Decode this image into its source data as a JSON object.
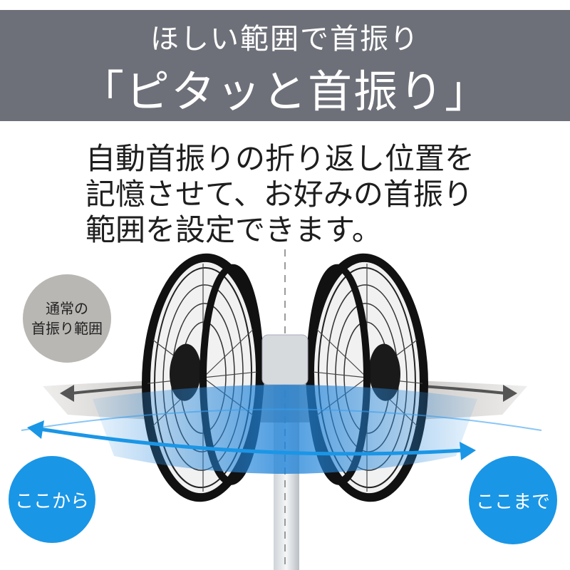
{
  "banner": {
    "line1": "ほしい範囲で首振り",
    "line2": "「ピタッと首振り」"
  },
  "description": {
    "lines": [
      "自動首振りの折り返し位置を",
      "記憶させて、お好みの首振り",
      "範囲を設定できます。"
    ]
  },
  "badges": {
    "normal_range": [
      "通常の",
      "首振り範囲"
    ],
    "start": "ここから",
    "end": "ここまで"
  },
  "colors": {
    "banner": "#6e7079",
    "accent_blue": "#1a96e6",
    "gray_badge": "#b9b7b3",
    "fan_black": "#1a1a1a"
  },
  "icons": [
    "fan-left-icon",
    "fan-right-icon",
    "gray-swing-arrow-icon",
    "blue-swing-arrow-icon"
  ]
}
